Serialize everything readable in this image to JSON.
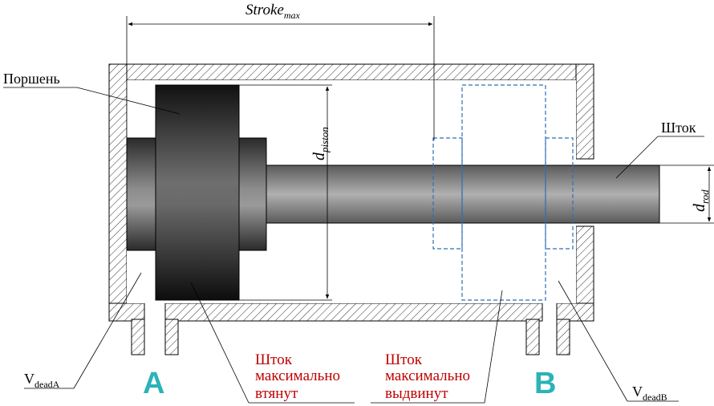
{
  "labels": {
    "stroke_main": "Stroke",
    "stroke_sub": "max",
    "piston": "Поршень",
    "rod": "Шток",
    "d_piston_main": "d",
    "d_piston_sub": "piston",
    "d_rod_main": "d",
    "d_rod_sub": "rod",
    "vdead_a_main": "V",
    "vdead_a_sub": "deadA",
    "vdead_b_main": "V",
    "vdead_b_sub": "deadB",
    "port_a": "A",
    "port_b": "B",
    "retracted_lines": [
      "Шток",
      "максимально",
      "втянут"
    ],
    "extended_lines": [
      "Шток",
      "максимально",
      "выдвинут"
    ]
  },
  "colors": {
    "port_label": "#2bb3b8",
    "state_text": "#c00000",
    "dashed_outline": "#2f6fb5",
    "outline": "#000000"
  }
}
